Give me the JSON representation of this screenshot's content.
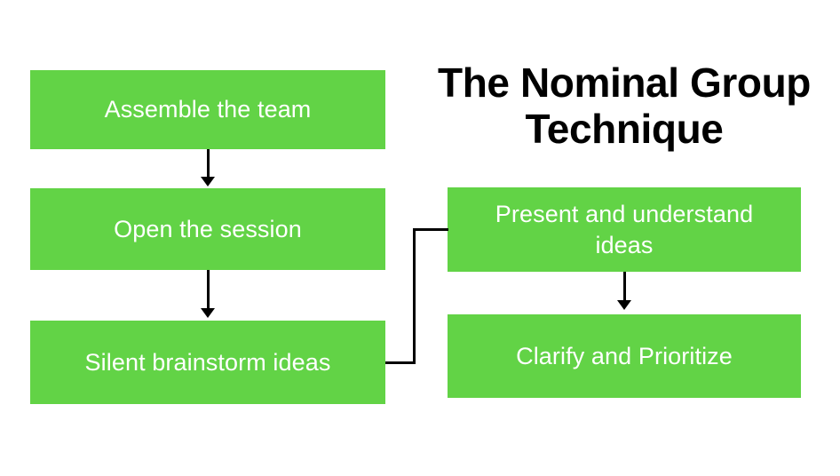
{
  "diagram": {
    "title": "The Nominal Group\nTechnique",
    "accent_color": "#62d346",
    "text_color": "#ffffff",
    "title_color": "#000000",
    "connector_color": "#000000",
    "nodes": [
      {
        "id": "assemble",
        "label": "Assemble the team"
      },
      {
        "id": "open",
        "label": "Open the session"
      },
      {
        "id": "silent",
        "label": "Silent brainstorm ideas"
      },
      {
        "id": "present",
        "label": "Present and understand\nideas"
      },
      {
        "id": "clarify",
        "label": "Clarify and Prioritize"
      }
    ],
    "connectors": [
      {
        "id": "assemble-to-open",
        "from": "assemble",
        "to": "open",
        "style": "arrow-down"
      },
      {
        "id": "open-to-silent",
        "from": "open",
        "to": "silent",
        "style": "arrow-down"
      },
      {
        "id": "silent-to-present",
        "from": "silent",
        "to": "present",
        "style": "elbow-line"
      },
      {
        "id": "present-to-clarify",
        "from": "present",
        "to": "clarify",
        "style": "arrow-down"
      }
    ]
  }
}
